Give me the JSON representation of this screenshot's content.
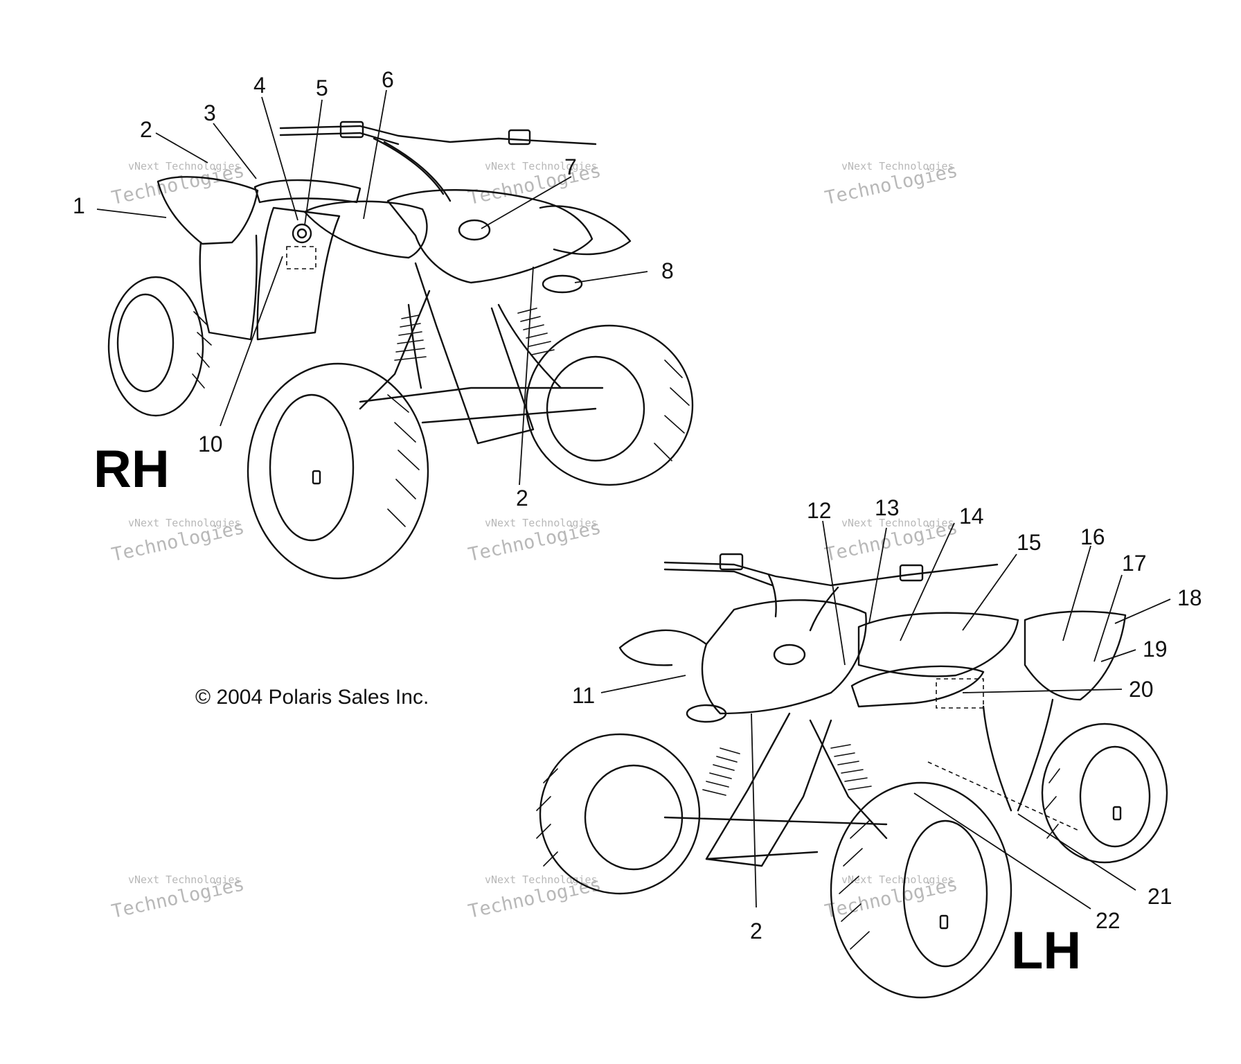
{
  "views": {
    "rh": {
      "label": "RH"
    },
    "lh": {
      "label": "LH"
    }
  },
  "copyright": "© 2004 Polaris Sales Inc.",
  "watermark": {
    "line1": "vNext Technologies",
    "line2": "Technologies"
  },
  "callouts": {
    "rh": [
      "1",
      "2",
      "3",
      "4",
      "5",
      "6",
      "7",
      "8",
      "10",
      "2"
    ],
    "lh": [
      "11",
      "12",
      "13",
      "14",
      "15",
      "16",
      "17",
      "18",
      "19",
      "20",
      "21",
      "22",
      "2"
    ]
  }
}
